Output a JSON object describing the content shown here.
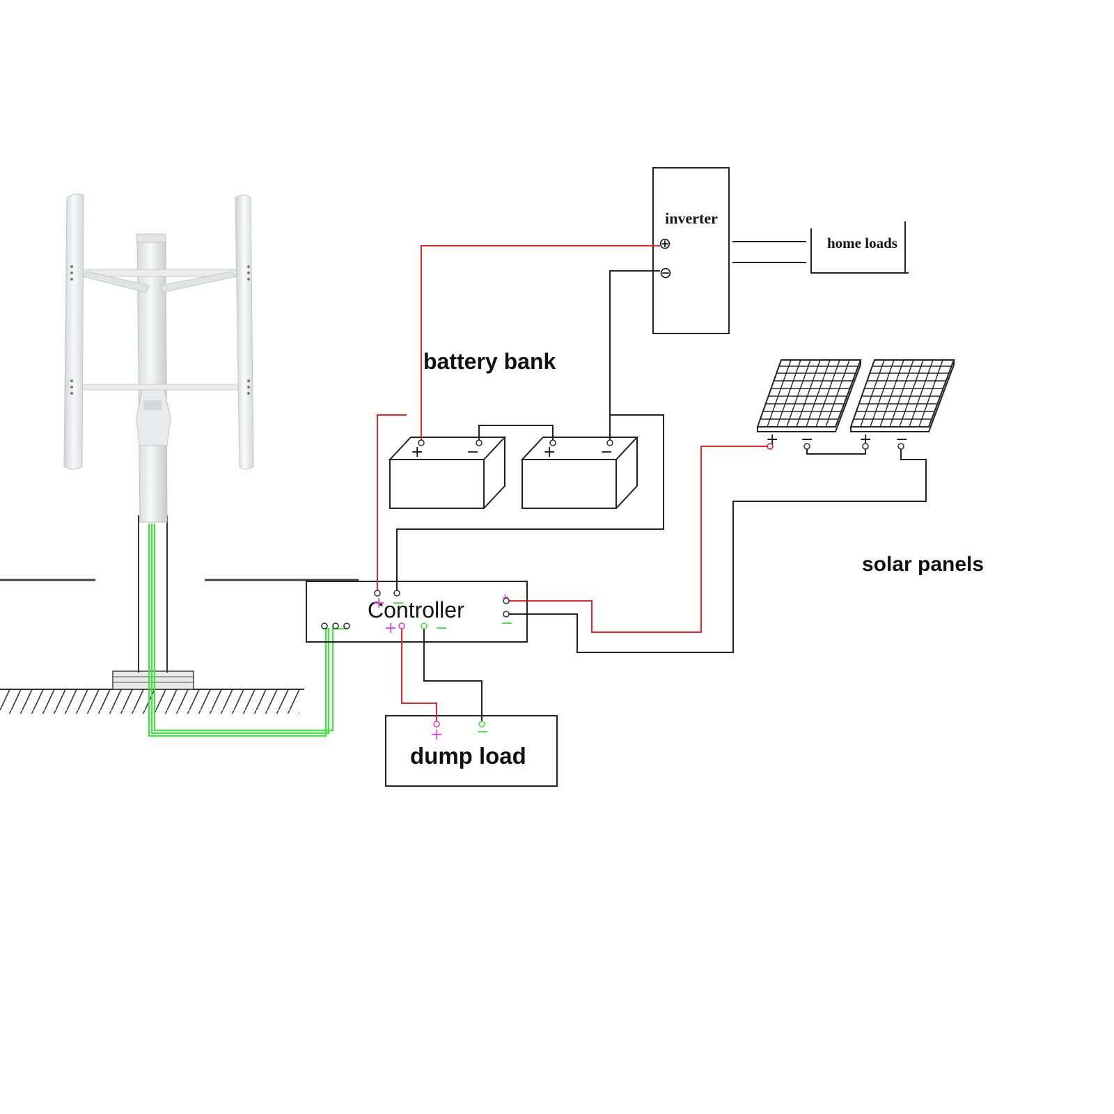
{
  "labels": {
    "inverter": "inverter",
    "home_loads": "home loads",
    "battery_bank": "battery bank",
    "solar_panels": "solar panels",
    "controller": "Controller",
    "dump_load": "dump load"
  },
  "symbols": {
    "plus": "+",
    "minus": "−",
    "circle_plus": "⊕",
    "circle_minus": "⊖"
  },
  "colors": {
    "positive_wire": "#e8262b",
    "negative_wire": "#222222",
    "turbine_wire": "#3fe63f",
    "polarity_mark": "#e040e0"
  }
}
